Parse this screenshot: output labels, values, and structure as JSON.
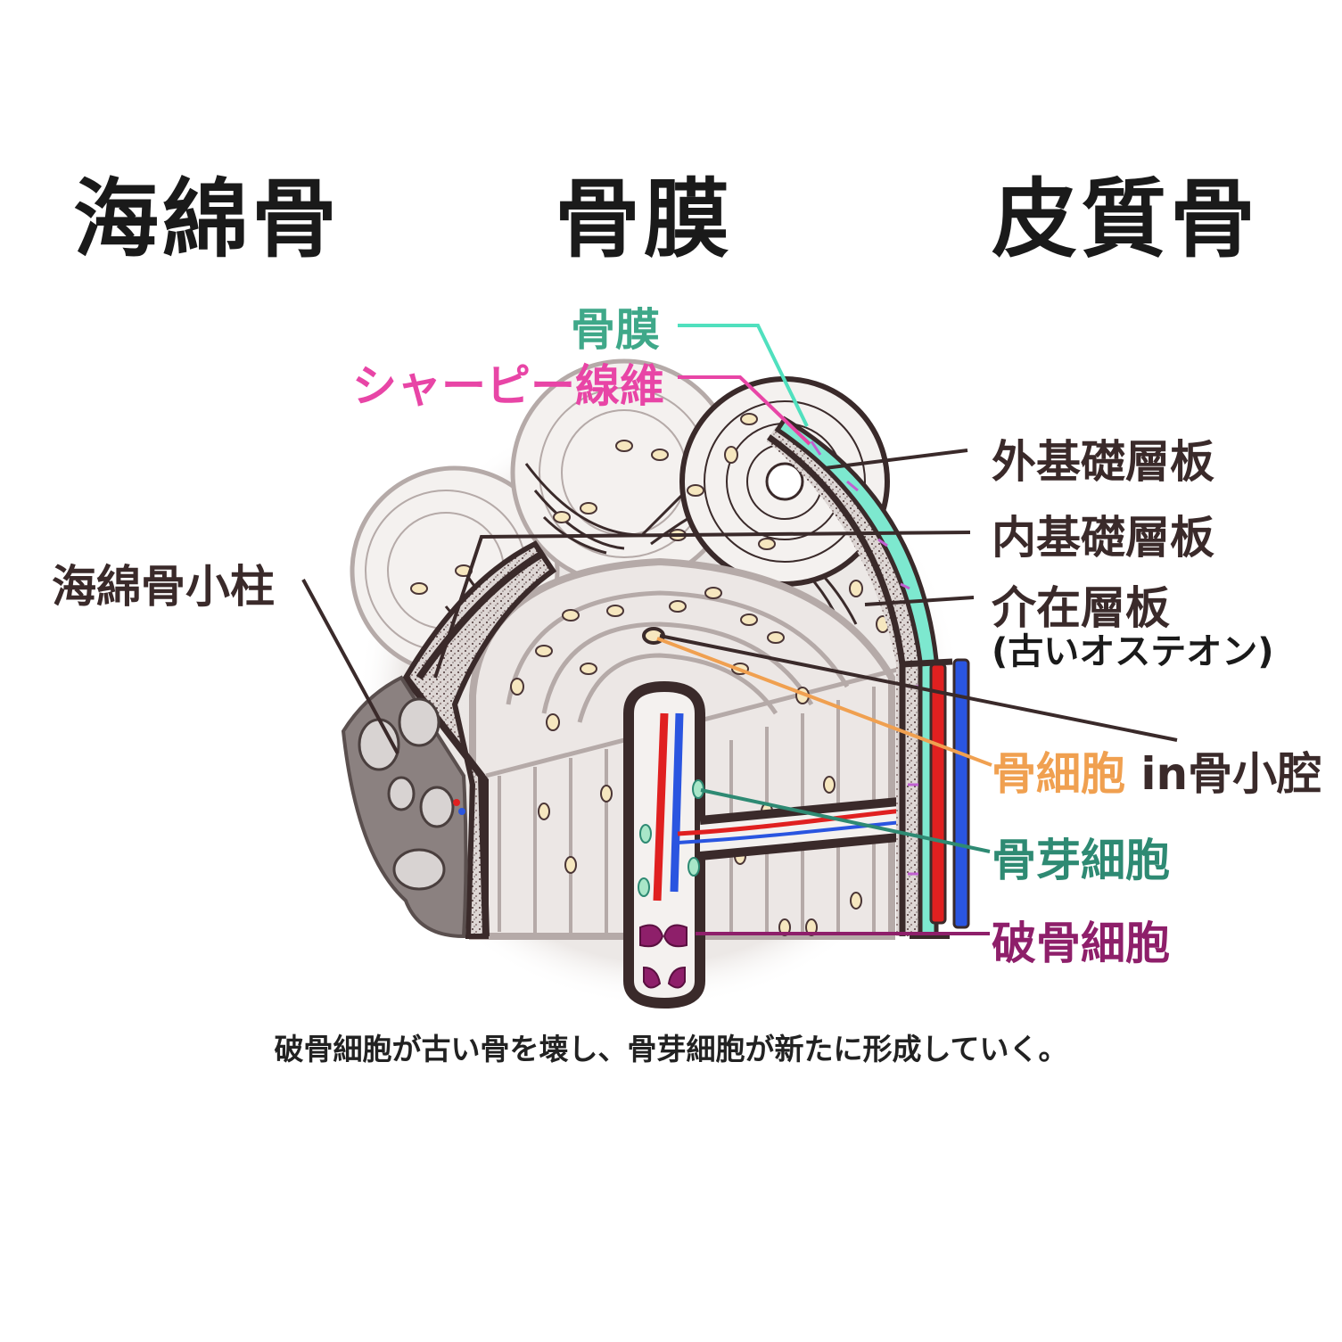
{
  "headings": {
    "cancellous": "海綿骨",
    "periosteum": "骨膜",
    "cortical": "皮質骨"
  },
  "labels": {
    "periosteum": "骨膜",
    "sharpey": "シャーピー線維",
    "outer_lamellae": "外基礎層板",
    "inner_lamellae": "内基礎層板",
    "interstitial": "介在層板",
    "interstitial_note": "(古いオステオン)",
    "trabecula": "海綿骨小柱",
    "osteocyte": "骨細胞",
    "osteocyte_in": " in骨小腔",
    "osteoblast": "骨芽細胞",
    "osteoclast": "破骨細胞"
  },
  "caption": "破骨細胞が古い骨を壊し、骨芽細胞が新たに形成していく。",
  "colors": {
    "periosteum": "#3fa889",
    "sharpey": "#e845a6",
    "osteocyte": "#f0a050",
    "osteoblast": "#2e8a73",
    "osteoclast": "#8e1f6a",
    "dark": "#3a2a2a",
    "artery": "#e02020",
    "vein": "#2a55e0"
  }
}
